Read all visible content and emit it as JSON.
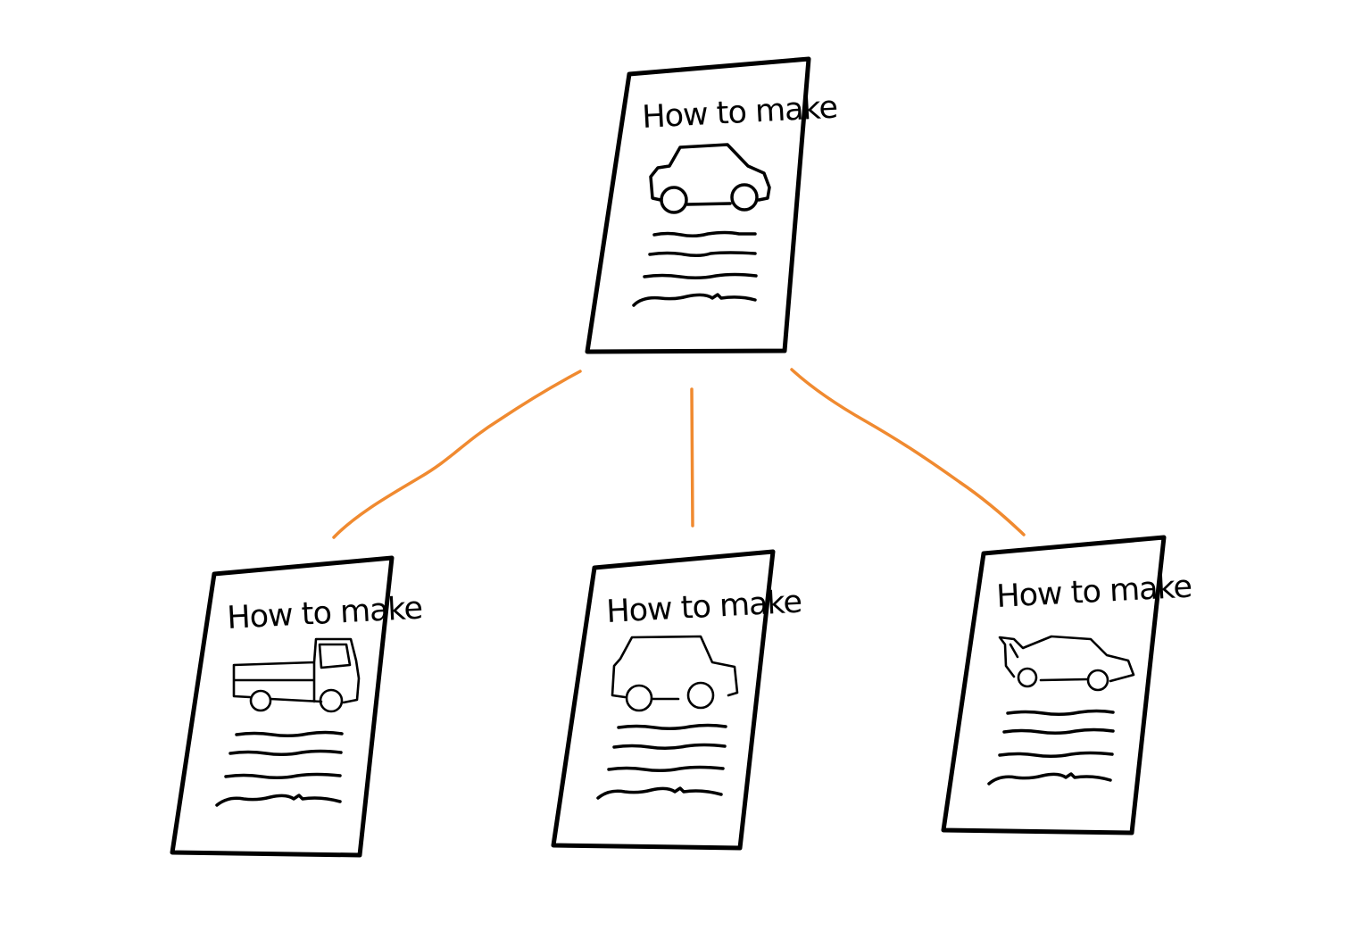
{
  "connector_color": "#f08a30",
  "documents": [
    {
      "id": "root",
      "title": "How to make",
      "icon": "car-icon"
    },
    {
      "id": "child-1",
      "title": "How to make",
      "icon": "truck-icon"
    },
    {
      "id": "child-2",
      "title": "How to make",
      "icon": "hatchback-icon"
    },
    {
      "id": "child-3",
      "title": "How to make",
      "icon": "sports-car-icon"
    }
  ]
}
